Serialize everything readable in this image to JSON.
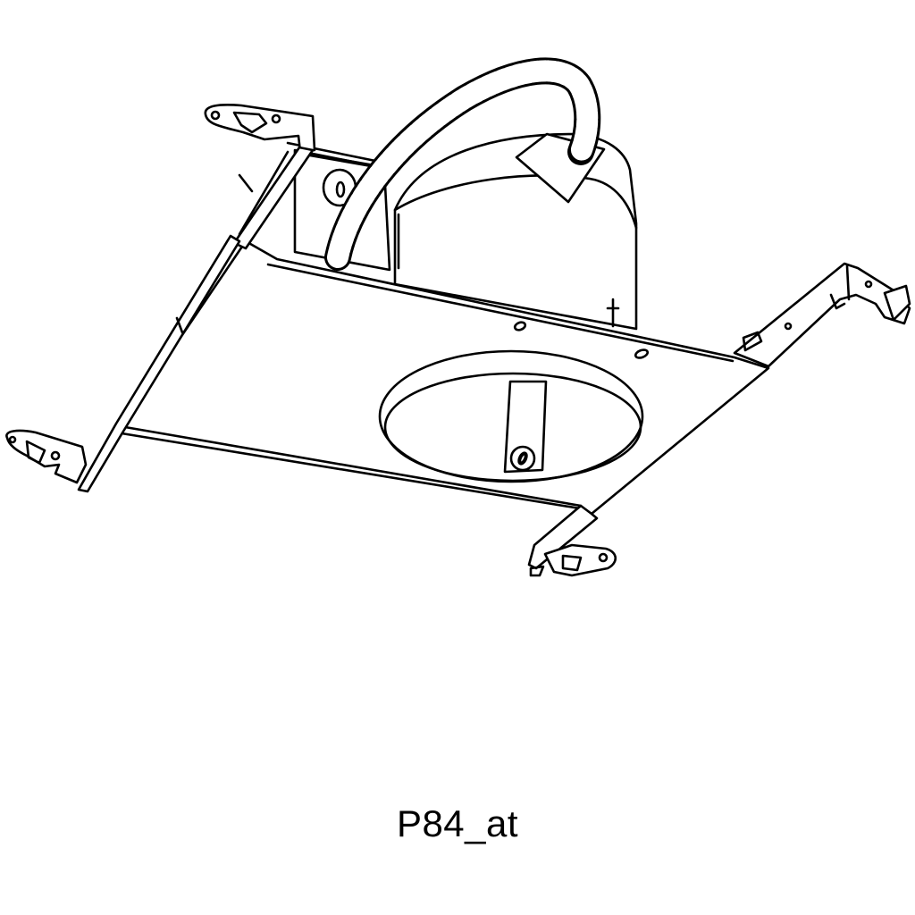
{
  "figure": {
    "subject": "recessed lighting housing line drawing",
    "caption": "P84_at",
    "colors": {
      "line": "#000000",
      "background": "#ffffff"
    },
    "parts": [
      "flexible-conduit",
      "junction-box",
      "can-housing",
      "mounting-frame-plate",
      "aperture-opening",
      "socket-bracket-screw",
      "mounting-bar-left-rear",
      "mounting-bar-left-front",
      "mounting-bar-right",
      "mounting-bar-front"
    ]
  }
}
